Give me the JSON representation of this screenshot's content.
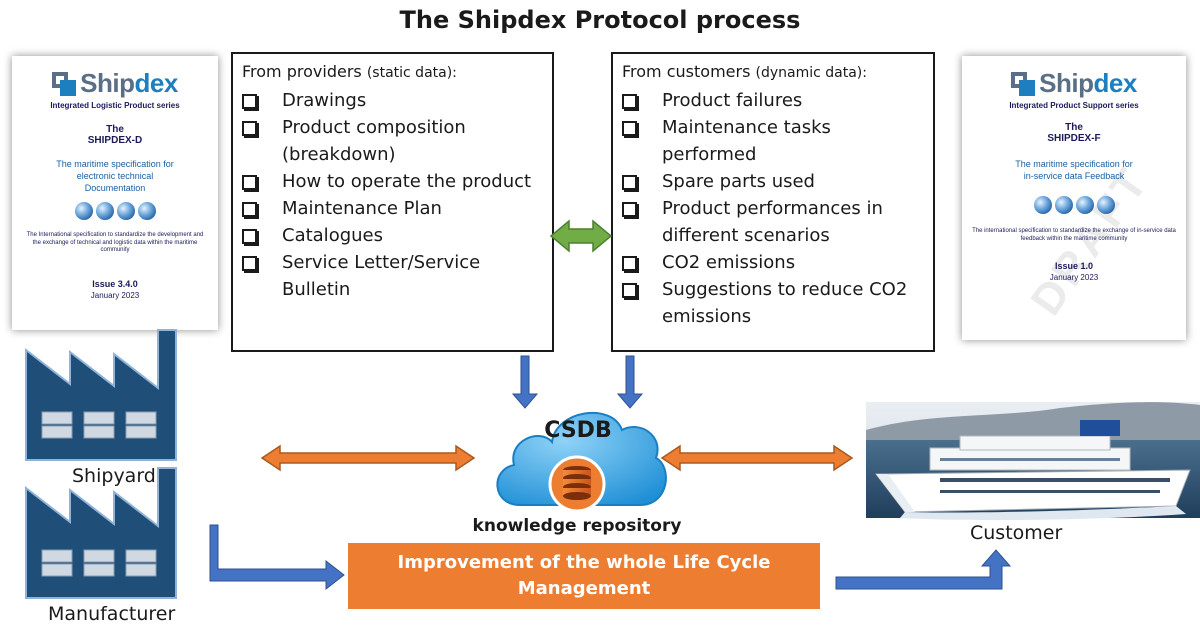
{
  "title": "The Shipdex Protocol process",
  "cover_left": {
    "logo_a": "Ship",
    "logo_b": "dex",
    "series": "Integrated Logistic Product series",
    "the": "The",
    "spec_name": "SHIPDEX-D",
    "desc_l1": "The maritime specification for",
    "desc_l2": "electronic technical",
    "desc_l3": "Documentation",
    "intro": "The International specification to standardize the development and the exchange of technical and logistic data within the maritime community",
    "issue": "Issue 3.4.0",
    "date": "January 2023"
  },
  "cover_right": {
    "logo_a": "Ship",
    "logo_b": "dex",
    "series": "Integrated Product Support series",
    "the": "The",
    "spec_name": "SHIPDEX-F",
    "desc_l1": "The maritime specification for",
    "desc_l2": "in-service data Feedback",
    "intro": "The international specification to standardize the exchange of in-service data feedback within the maritime community",
    "issue": "Issue 1.0",
    "date": "January 2023",
    "watermark": "DRAFT"
  },
  "providers": {
    "head": "From providers",
    "head_small": "(static data):",
    "items": [
      "Drawings",
      "Product composition (breakdown)",
      "How to operate the product",
      "Maintenance Plan",
      "Catalogues",
      "Service Letter/Service Bulletin"
    ]
  },
  "customers": {
    "head": "From customers",
    "head_small": "(dynamic data):",
    "items": [
      "Product failures",
      "Maintenance tasks performed",
      "Spare parts used",
      "Product performances in different scenarios",
      "CO2 emissions",
      "Suggestions to reduce CO2 emissions"
    ]
  },
  "csdb": "CSDB",
  "repository": "knowledge repository",
  "improvement": "Improvement of the whole Life Cycle Management",
  "shipyard": "Shipyard",
  "manufacturer": "Manufacturer",
  "customer": "Customer",
  "colors": {
    "factory": "#1f4e79",
    "arrow_blue": "#4472c4",
    "arrow_orange": "#ed7d31",
    "arrow_green": "#70ad47",
    "cloud": "#2e9fe0"
  }
}
